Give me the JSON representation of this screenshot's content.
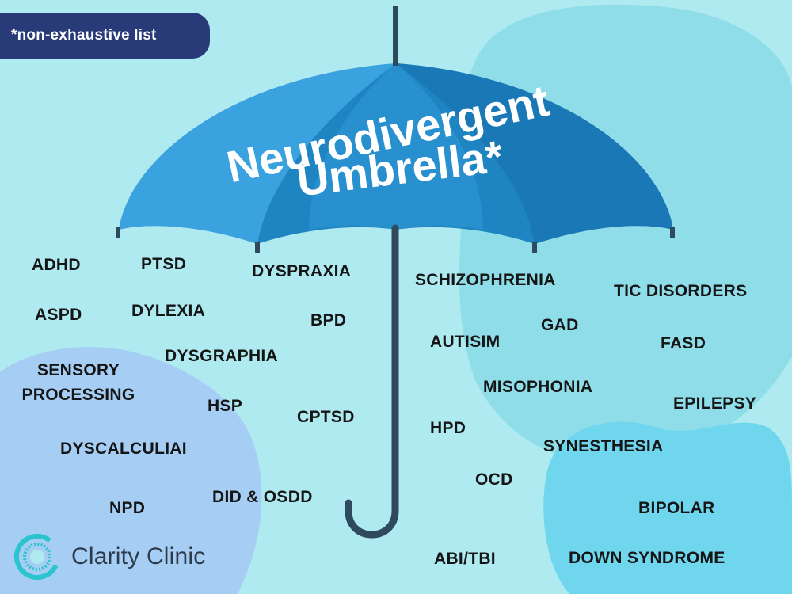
{
  "badge": "*non-exhaustive list",
  "title": [
    "Neurodivergent",
    "Umbrella*"
  ],
  "conditions": [
    "ADHD",
    "PTSD",
    "DYSPRAXIA",
    "ASPD",
    "DYLEXIA",
    "BPD",
    "DYSGRAPHIA",
    "SENSORY\nPROCESSING",
    "HSP",
    "CPTSD",
    "DYSCALCULIAI",
    "NPD",
    "DID & OSDD",
    "SCHIZOPHRENIA",
    "TIC DISORDERS",
    "GAD",
    "AUTISIM",
    "FASD",
    "MISOPHONIA",
    "EPILEPSY",
    "HPD",
    "SYNESTHESIA",
    "OCD",
    "BIPOLAR",
    "ABI/TBI",
    "DOWN SYNDROME"
  ],
  "brand": {
    "name": "Clarity Clinic",
    "logo_icon": "clarity-clinic-logo-icon"
  },
  "colors": {
    "background": "#aeeaf0",
    "umbrella_dark": "#1f84c2",
    "umbrella_light": "#3ba2e0",
    "handle": "#2f4a5c",
    "badge": "#283a78",
    "text": "#151515"
  }
}
